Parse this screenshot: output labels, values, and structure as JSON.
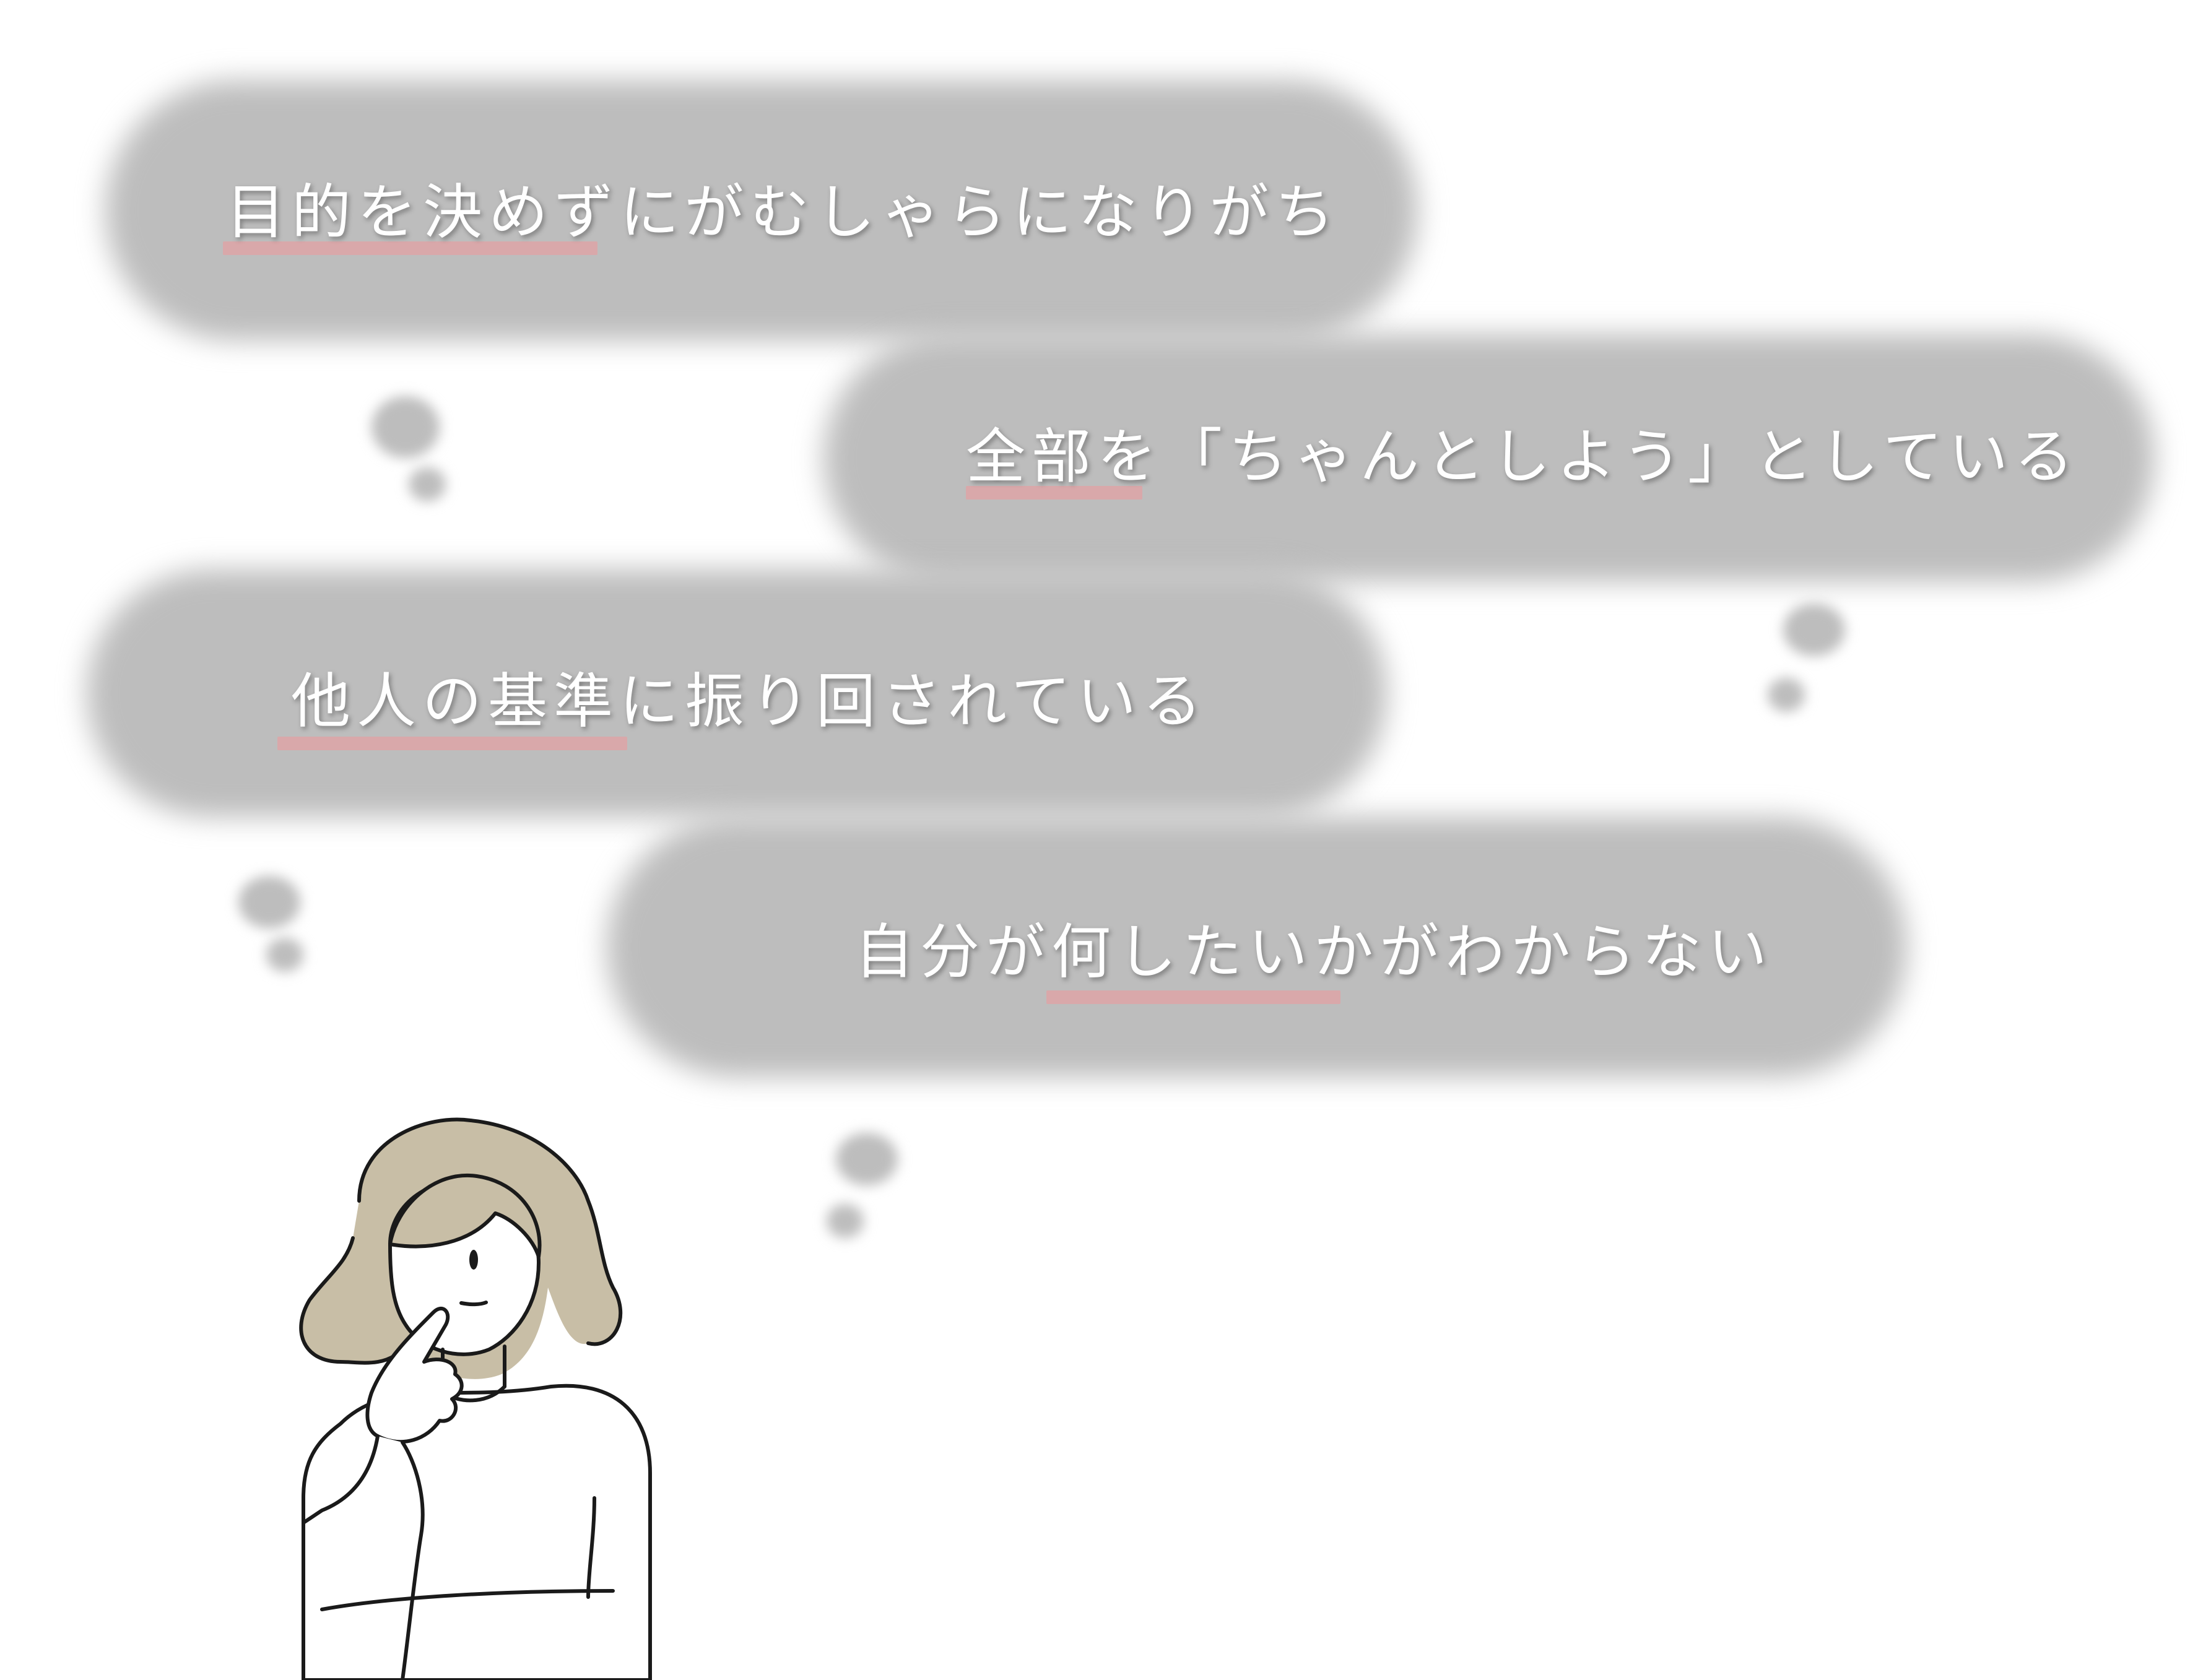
{
  "colors": {
    "bubble": "#bdbdbd",
    "highlight": "#d9a8aa",
    "text": "#ffffff",
    "hair": "#c8bea6",
    "line": "#1a1a1a"
  },
  "thoughts": [
    {
      "text": "目的を決めずにがむしゃらになりがち"
    },
    {
      "text": "全部を「ちゃんとしよう」としている"
    },
    {
      "text": "他人の基準に振り回されている"
    },
    {
      "text": "自分が何したいかがわからない"
    }
  ],
  "illustration": {
    "icon": "thinking-woman-icon"
  }
}
